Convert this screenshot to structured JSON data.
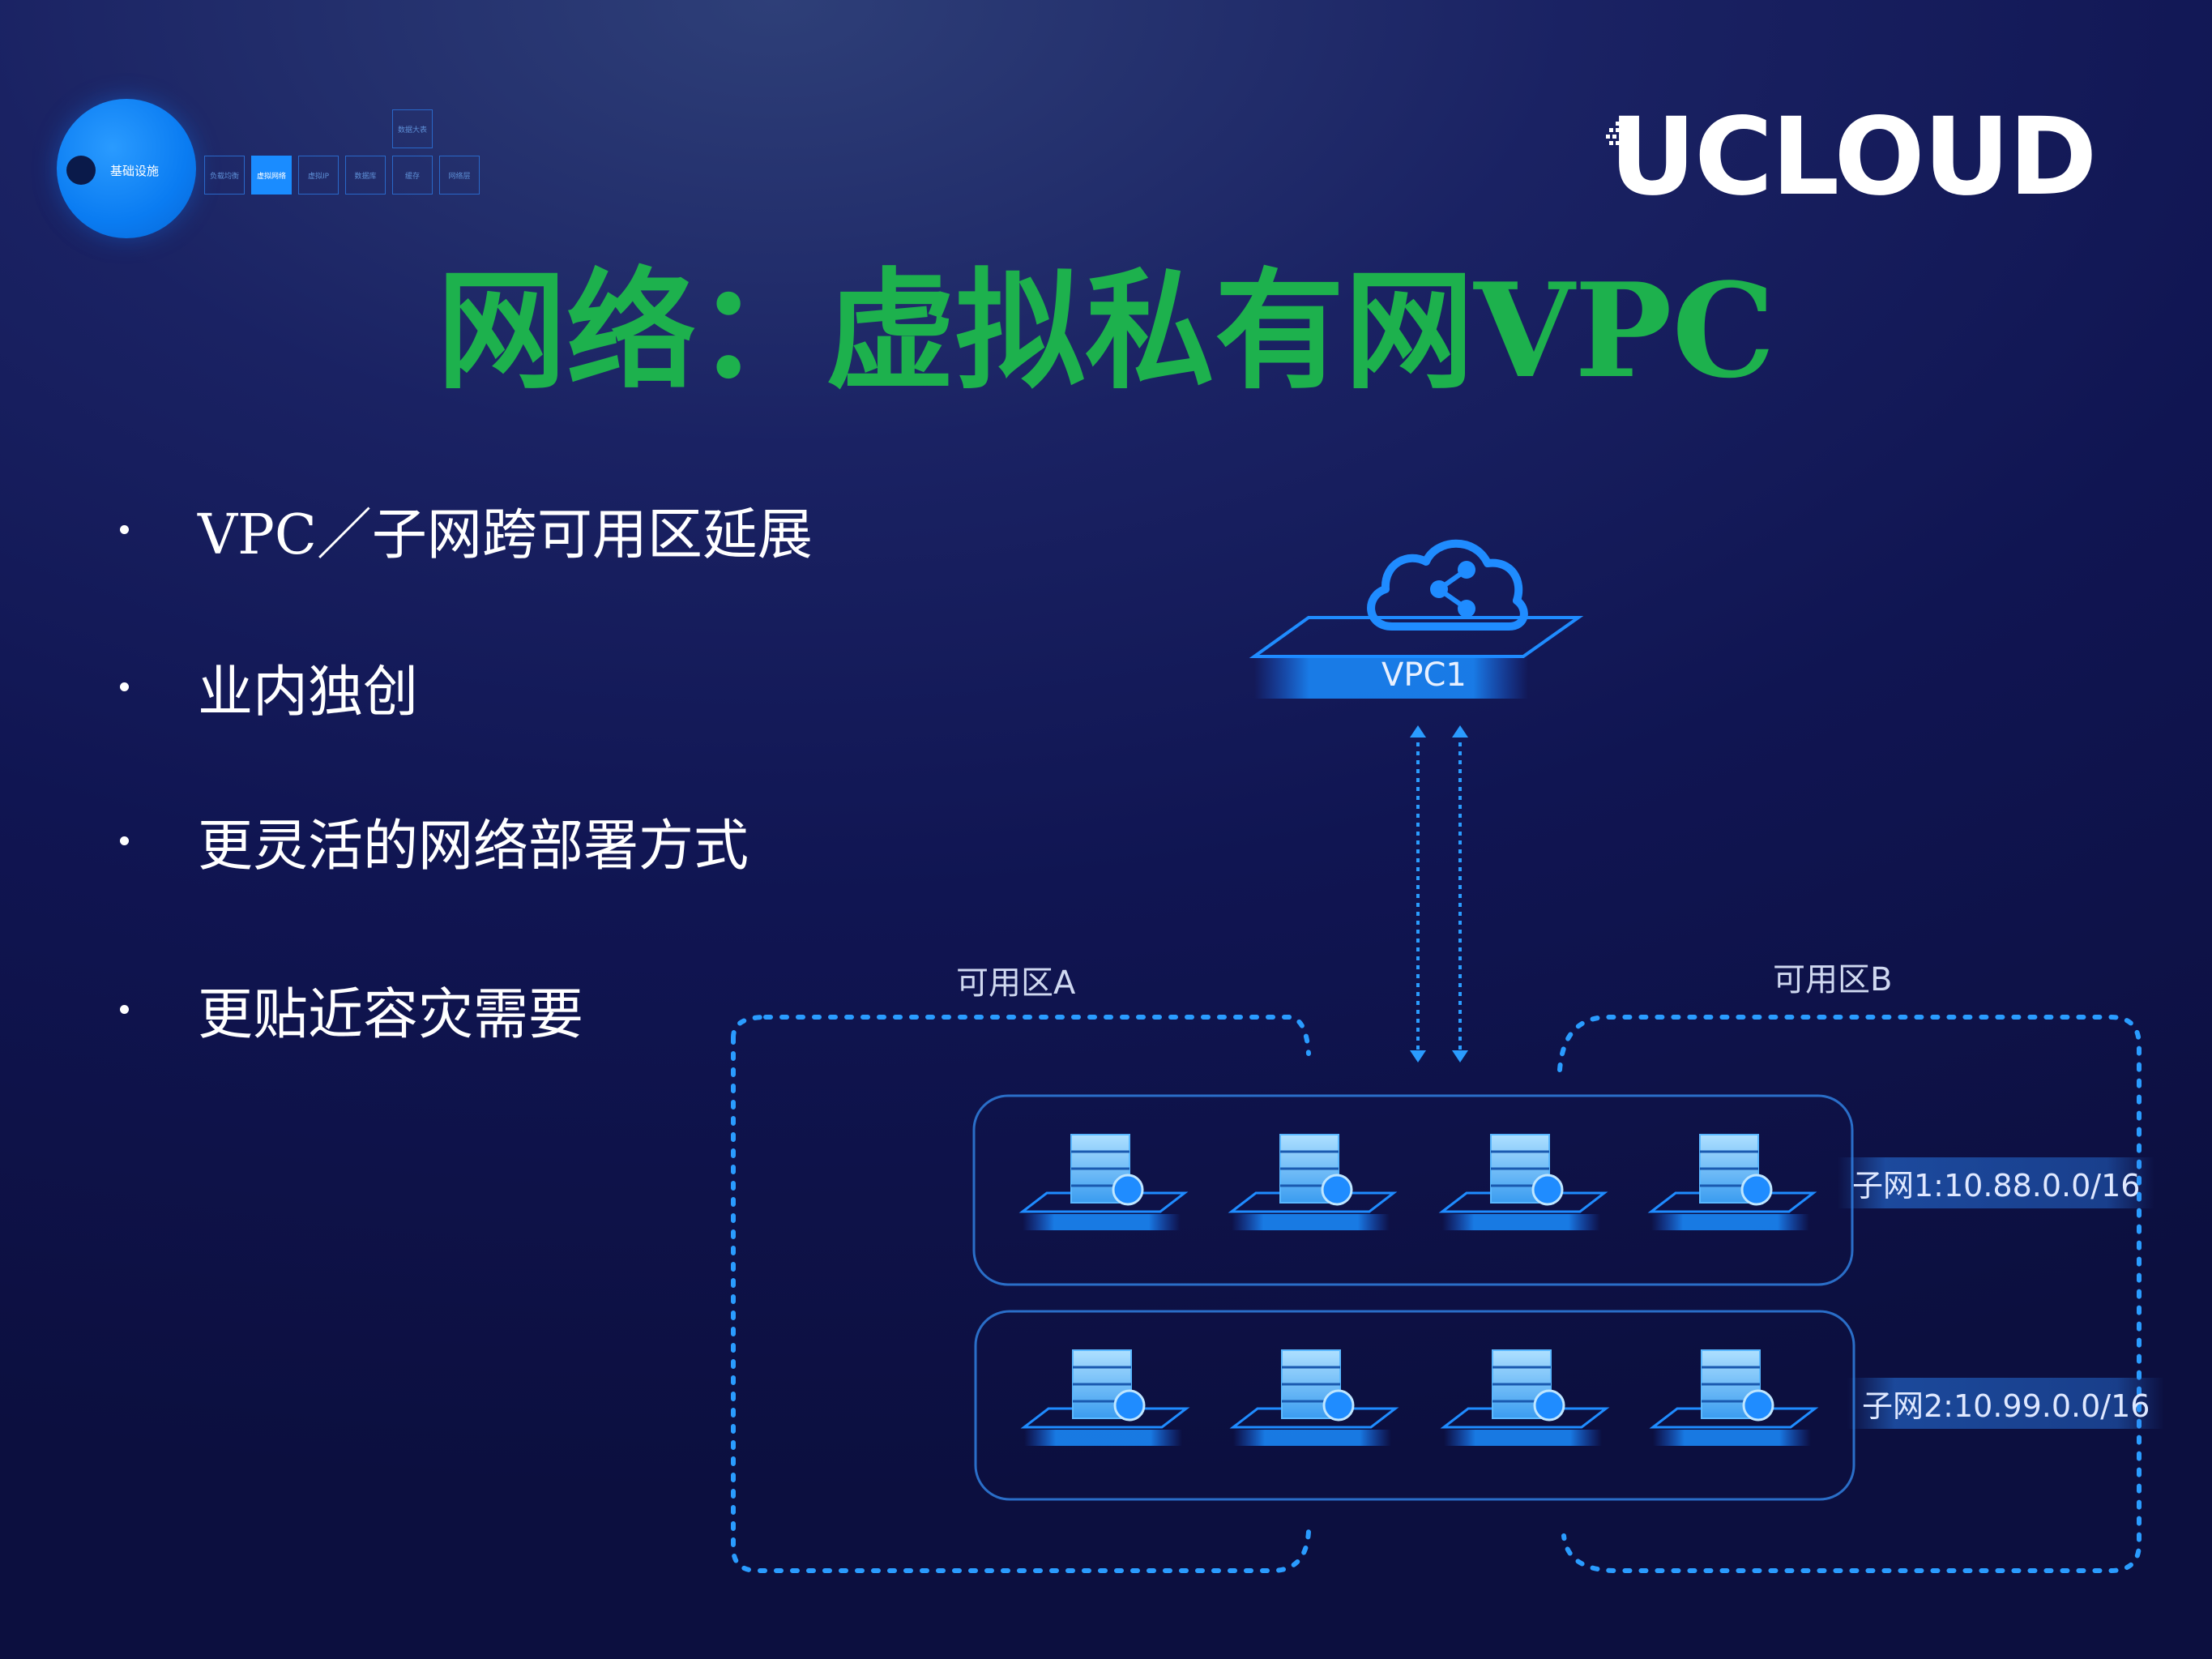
{
  "nav": {
    "circle_label": "基础设施",
    "tabs": [
      "负载均衡",
      "虚拟网络",
      "虚拟IP",
      "数据库",
      "缓存",
      "网络层"
    ],
    "top_tab": "数据大表",
    "active_index": 1
  },
  "logo": {
    "text": "UCLOUD"
  },
  "title": "网络：虚拟私有网VPC",
  "bullets": [
    "VPC／子网跨可用区延展",
    "业内独创",
    "更灵活的网络部署方式",
    "更贴近容灾需要"
  ],
  "diagram": {
    "vpc_label": "VPC1",
    "zone_a": "可用区A",
    "zone_b": "可用区B",
    "subnets": [
      "子网1:10.88.0.0/16",
      "子网2:10.99.0.0/16"
    ],
    "servers_per_subnet": 4,
    "icons": [
      "cloud-share-icon",
      "server-icon"
    ]
  },
  "colors": {
    "title": "#1db14d",
    "accent_blue": "#1a8cff",
    "background": "#101552"
  }
}
